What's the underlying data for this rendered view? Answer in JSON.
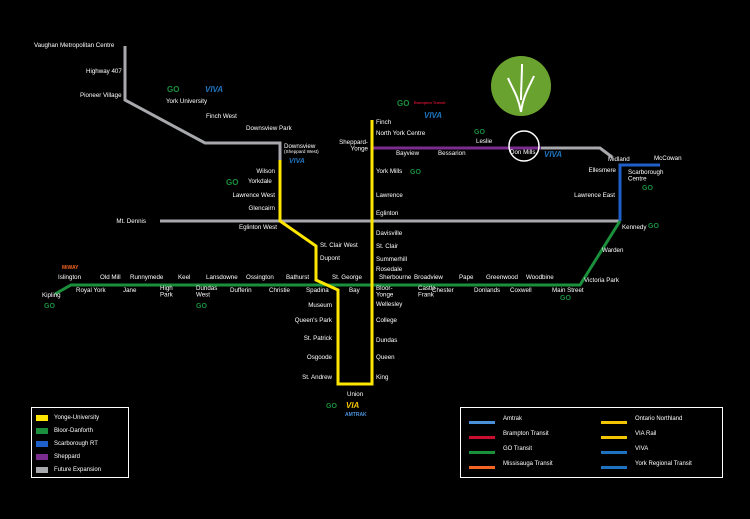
{
  "colors": {
    "yonge_university": "#ffe600",
    "bloor_danforth": "#1a8f3c",
    "scarborough_rt": "#1e5fc8",
    "sheppard": "#7b2c8f",
    "future_expansion": "#a7a9ac",
    "go_green": "#1a8f3c",
    "viva_blue": "#1e73be",
    "via_yellow": "#f2c500",
    "logo_green": "#6aa230"
  },
  "stations": {
    "vaughan": "Vaughan Metropolitan Centre",
    "hwy407": "Highway 407",
    "pioneer": "Pioneer Village",
    "york_u": "York University",
    "finch_west": "Finch West",
    "downsview_park": "Downsview Park",
    "downsview": "Downsview",
    "downsview_sub": "(Sheppard West)",
    "wilson": "Wilson",
    "yorkdale": "Yorkdale",
    "lawrence_west": "Lawrence West",
    "glencairn": "Glencairn",
    "eglinton_west": "Eglinton West",
    "st_clair_west": "St. Clair West",
    "dupont": "Dupont",
    "mt_dennis": "Mt. Dennis",
    "finch": "Finch",
    "north_york": "North York Centre",
    "sheppard_yonge": "Sheppard-\nYonge",
    "york_mills": "York Mills",
    "lawrence": "Lawrence",
    "eglinton": "Eglinton",
    "davisville": "Davisville",
    "st_clair": "St. Clair",
    "summerhill": "Summerhill",
    "rosedale": "Rosedale",
    "bayview": "Bayview",
    "bessarion": "Bessarion",
    "leslie": "Leslie",
    "don_mills": "Don Mills",
    "midland": "Midland",
    "mccowan": "McCowan",
    "ellesmere": "Ellesmere",
    "scarborough_centre": "Scarborough\nCentre",
    "lawrence_east": "Lawrence East",
    "kennedy": "Kennedy",
    "warden": "Warden",
    "victoria_park": "Victoria Park",
    "main_street": "Main Street",
    "kipling": "Kipling",
    "islington": "Islington",
    "royal_york": "Royal York",
    "old_mill": "Old Mill",
    "jane": "Jane",
    "runnymede": "Runnymede",
    "high_park": "High\nPark",
    "keele": "Keel",
    "dundas_west": "Dundas\nWest",
    "lansdowne": "Lansdowne",
    "dufferin": "Dufferin",
    "ossington": "Ossington",
    "christie": "Christie",
    "bathurst": "Bathurst",
    "spadina": "Spadina",
    "st_george": "St. George",
    "bay": "Bay",
    "bloor_yonge": "Bloor-\nYonge",
    "sherbourne": "Sherbourne",
    "castle_frank": "Castle\nFrank",
    "broadview": "Broadview",
    "chester": "Chester",
    "pape": "Pape",
    "donlands": "Donlands",
    "greenwood": "Greenwood",
    "coxwell": "Coxwell",
    "woodbine": "Woodbine",
    "museum": "Museum",
    "queens_park": "Queen's Park",
    "st_patrick": "St. Patrick",
    "osgoode": "Osgoode",
    "st_andrew": "St. Andrew",
    "union": "Union",
    "wellesley": "Wellesley",
    "college": "College",
    "dundas": "Dundas",
    "queen": "Queen",
    "king": "King"
  },
  "brands": {
    "go": "GO",
    "viva": "VIVA",
    "via": "VIA",
    "amtrak": "AMTRAK",
    "miway": "MiWAY",
    "brampton": "Brampton Transit"
  },
  "legend_lines": [
    {
      "label": "Yonge-University",
      "color": "#ffe600"
    },
    {
      "label": "Bloor-Danforth",
      "color": "#1a8f3c"
    },
    {
      "label": "Scarborough RT",
      "color": "#1e5fc8"
    },
    {
      "label": "Sheppard",
      "color": "#7b2c8f"
    },
    {
      "label": "Future Expansion",
      "color": "#a7a9ac"
    }
  ],
  "legend_services": {
    "left": [
      "Amtrak",
      "Brampton Transit",
      "GO Transit",
      "Missisauga Transit"
    ],
    "right": [
      "Ontario Northland",
      "VIA Rail",
      "VIVA",
      "York Regional Transit"
    ]
  }
}
